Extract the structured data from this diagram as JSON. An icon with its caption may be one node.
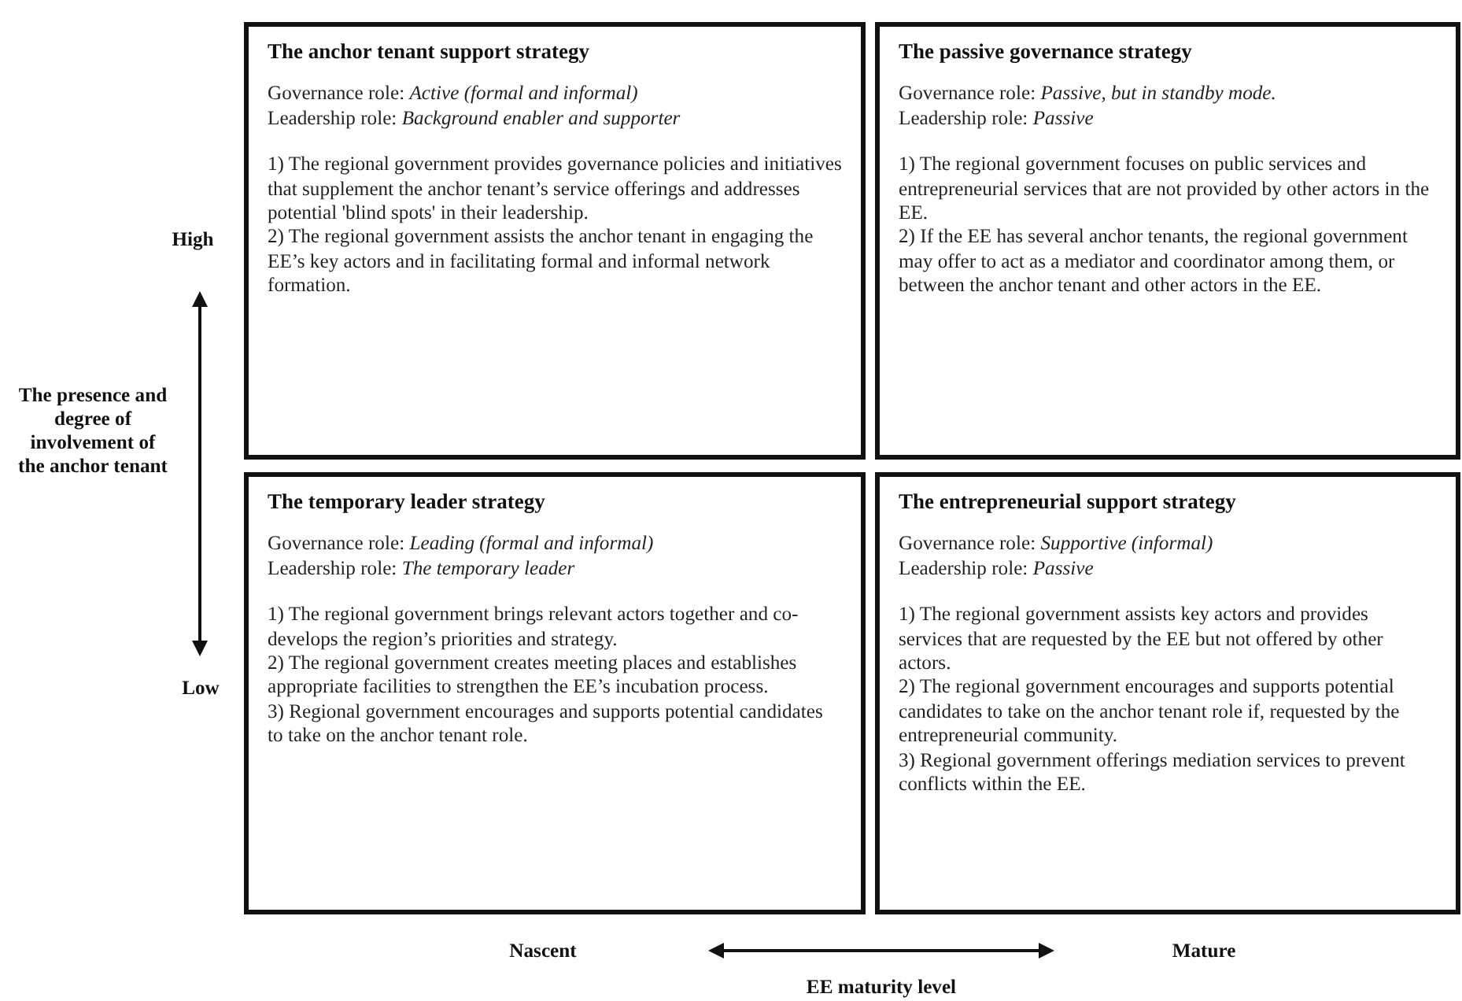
{
  "diagram": {
    "nodes": [
      {
        "text": [
          "The anchor tenant support strategy",
          "Governance role: *Active (formal and informal)*",
          "Leadership role: *Background enabler and supporter*",
          "1) The regional government provides governance policies and initiatives that supplement the anchor tenant’s service offerings and addresses potential 'blind spots' in their leadership.",
          "2) The regional government assists the anchor tenant in engaging the EE’s key actors and in facilitating formal and informal network formation."
        ]
      },
      {
        "text": [
          "The passive governance strategy",
          "Governance role: *Passive, but in standby mode.*",
          "Leadership role: *Passive*",
          "1) The regional government focuses on public services and entrepreneurial services that are not provided by other actors in the EE.",
          "2) If the EE has several anchor tenants, the regional government may offer to act as a mediator and coordinator among them, or between the anchor tenant and other actors in the EE."
        ]
      },
      {
        "text": [
          "The temporary leader strategy",
          "Governance role: *Leading (formal and informal)*",
          "Leadership role: *The temporary leader*",
          "1) The regional government brings relevant actors together and co-develops the region’s priorities and strategy.",
          "2) The regional government creates meeting places and establishes appropriate facilities to strengthen the EE’s incubation process.",
          "3) Regional government encourages and supports potential candidates to take on the anchor tenant role."
        ]
      },
      {
        "text": [
          "The entrepreneurial support strategy",
          "Governance role: *Supportive (informal)*",
          "Leadership role: *Passive*",
          "1) The regional government assists key actors and provides services that are requested by the EE but not offered by other actors.",
          "2) The regional government encourages and supports potential candidates to take on the anchor tenant role if, requested by the entrepreneurial community.",
          "3) Regional government offerings mediation services to prevent conflicts within the EE."
        ]
      }
    ],
    "labels": [
      "High",
      "The presence and degree of involvement of the anchor tenant",
      "Low",
      "Nascent",
      "Mature",
      "EE maturity level"
    ]
  }
}
